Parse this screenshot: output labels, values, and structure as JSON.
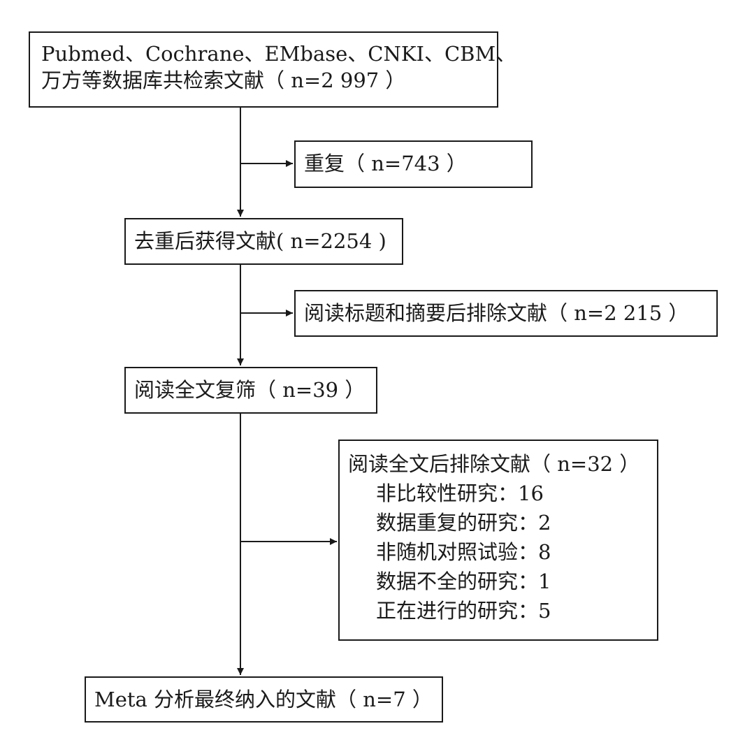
{
  "flow": {
    "search": {
      "line1": "Pubmed、Cochrane、EMbase、CNKI、CBM、",
      "line2": "万方等数据库共检索文献（ n=2 997 ）"
    },
    "duplicates": "重复（ n=743 ）",
    "after_dedup": "去重后获得文献( n=2254 )",
    "excluded_title_abstract": "阅读标题和摘要后排除文献（ n=2 215 ）",
    "fulltext_screen": "阅读全文复筛（ n=39 ）",
    "excluded_fulltext": {
      "title": "阅读全文后排除文献（ n=32 ）",
      "reasons": [
        "非比较性研究：16",
        "数据重复的研究：2",
        "非随机对照试验：8",
        "数据不全的研究：1",
        "正在进行的研究：5"
      ]
    },
    "included": "Meta 分析最终纳入的文献（ n=7 ）"
  }
}
